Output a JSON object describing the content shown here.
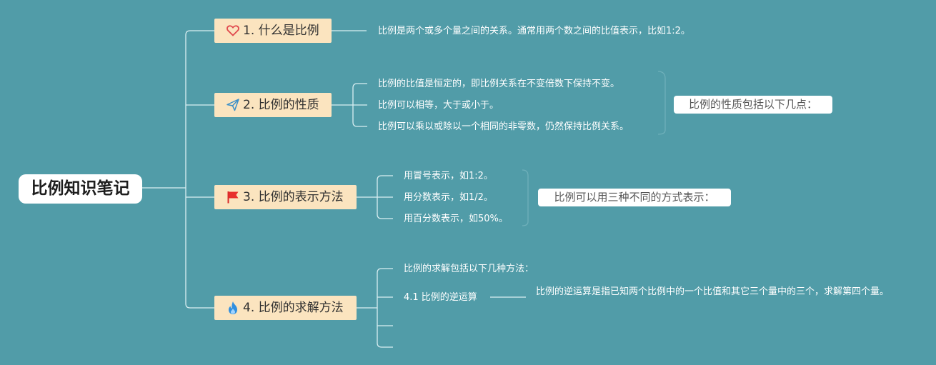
{
  "root": {
    "title": "比例知识笔记"
  },
  "branches": [
    {
      "label": "1. 什么是比例",
      "icon": "heart-icon",
      "items": [
        "比例是两个或多个量之间的关系。通常用两个数之间的比值表示，比如1:2。"
      ]
    },
    {
      "label": "2. 比例的性质",
      "icon": "paper-plane-icon",
      "summary": "比例的性质包括以下几点：",
      "items": [
        "比例的比值是恒定的，即比例关系在不变倍数下保持不变。",
        "比例可以相等，大于或小于。",
        "比例可以乘以或除以一个相同的非零数，仍然保持比例关系。"
      ]
    },
    {
      "label": "3. 比例的表示方法",
      "icon": "red-flag-icon",
      "summary": "比例可以用三种不同的方式表示：",
      "items": [
        "用冒号表示，如1:2。",
        "用分数表示，如1/2。",
        "用百分数表示，如50%。"
      ]
    },
    {
      "label": "4. 比例的求解方法",
      "icon": "fire-icon",
      "items": [
        "比例的求解包括以下几种方法：",
        "4.1 比例的逆运算"
      ],
      "sub": {
        "detail": "比例的逆运算是指已知两个比例中的一个比值和其它三个量中的三个，求解第四个量。"
      }
    }
  ],
  "colors": {
    "background": "#519ca8",
    "branch_fill": "#fbe4bf",
    "lines": "#d9eef1"
  }
}
